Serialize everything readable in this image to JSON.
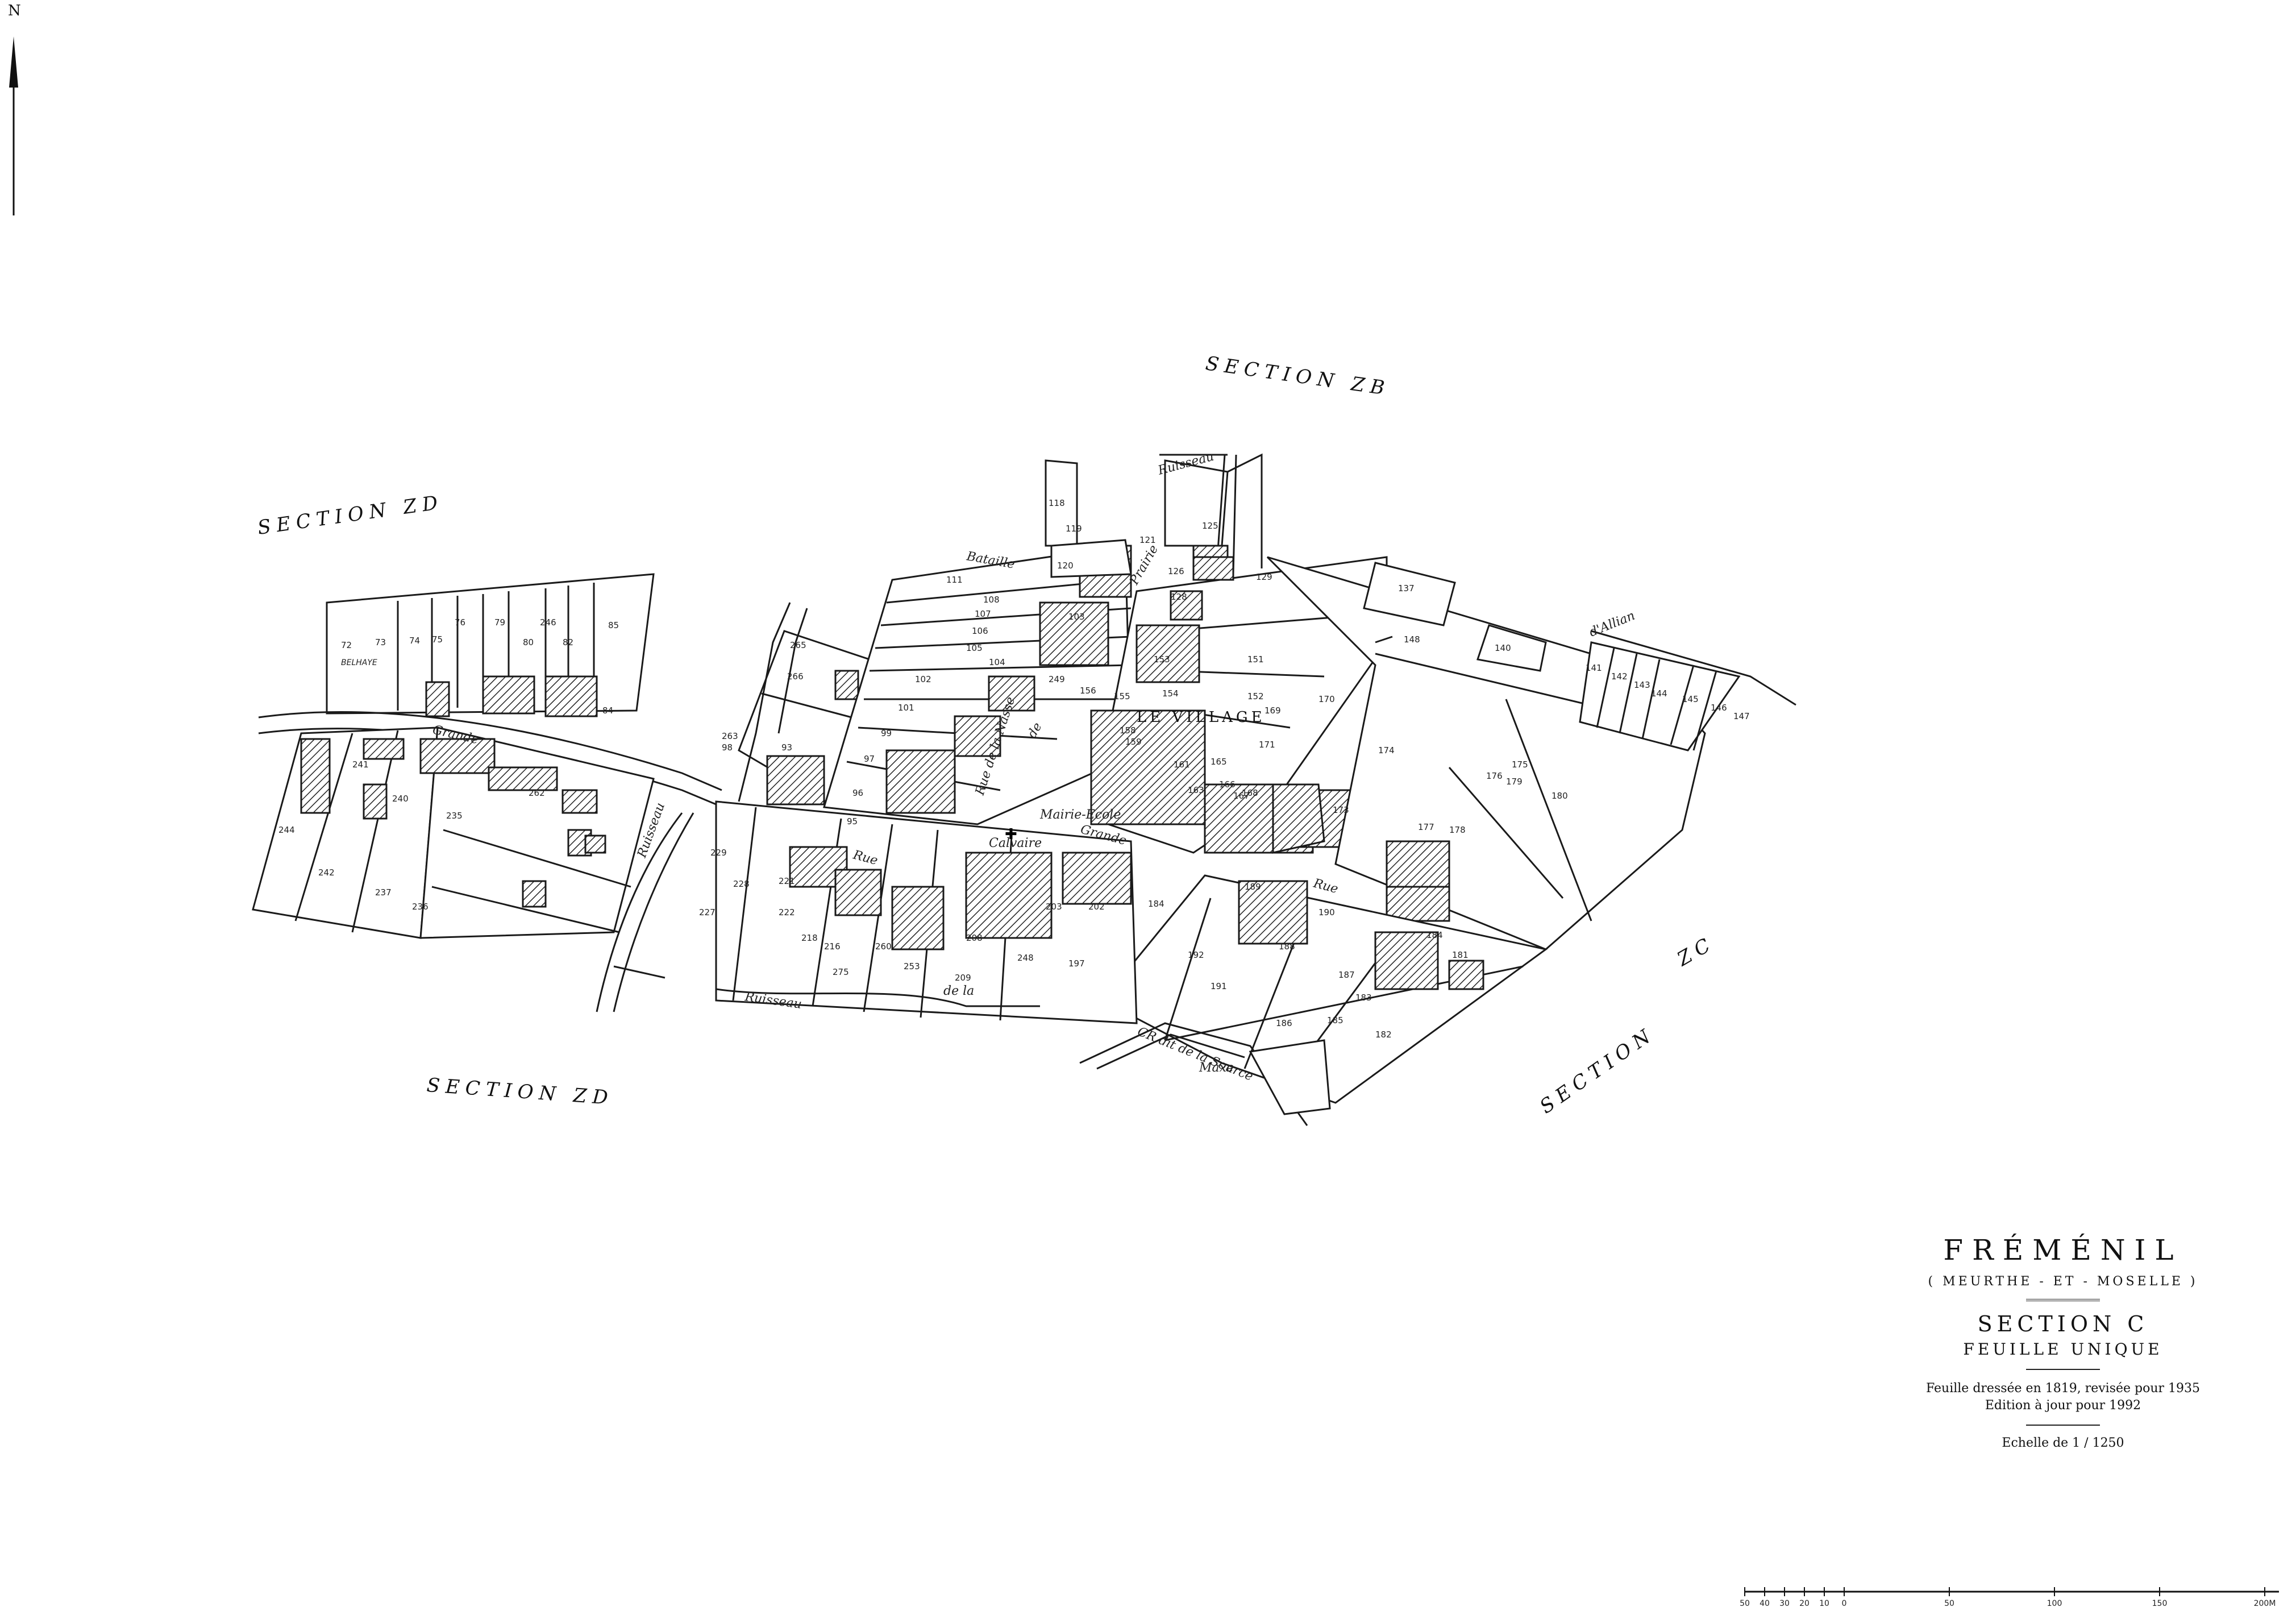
{
  "north_label": "N",
  "sections": {
    "zd_top": "SECTION ZD",
    "zb": "SECTION ZB",
    "zd_bottom": "SECTION ZD",
    "zc_label": "ZC",
    "zc_section": "SECTION"
  },
  "places": {
    "village": "LE VILLAGE",
    "belhaye": "BELHAYE",
    "mairie": "Mairie-Ecole",
    "calvaire": "Calvaire"
  },
  "streets": {
    "grande_rue_w": "Grande",
    "rue_center": "Rue",
    "rue_de_la_nasse": "Rue de la Nasse",
    "grande_center": "Grande",
    "rue_east": "Rue",
    "ruisseau_nw": "Ruisseau",
    "ruisseau_sw": "Ruisseau",
    "ruisseau_s": "Ruisseau",
    "bataille": "Bataille",
    "prairie": "Prairie",
    "allian": "d'Allian",
    "chemin": "CR dit de la Source",
    "masne": "Maxe",
    "de_la": "de la",
    "de": "de"
  },
  "parcels": [
    "72",
    "73",
    "74",
    "75",
    "76",
    "79",
    "80",
    "246",
    "82",
    "85",
    "84",
    "241",
    "240",
    "244",
    "242",
    "237",
    "236",
    "235",
    "262",
    "263",
    "93",
    "97",
    "96",
    "95",
    "266",
    "101",
    "99",
    "102",
    "98",
    "265",
    "227",
    "229",
    "228",
    "221",
    "222",
    "218",
    "216",
    "275",
    "253",
    "260",
    "208",
    "209",
    "248",
    "203",
    "202",
    "184",
    "197",
    "191",
    "192",
    "188",
    "186",
    "185",
    "182",
    "183",
    "187",
    "181",
    "184",
    "189",
    "190",
    "118",
    "119",
    "120",
    "121",
    "125",
    "126",
    "128",
    "129",
    "137",
    "148",
    "140",
    "141",
    "142",
    "143",
    "144",
    "145",
    "146",
    "147",
    "111",
    "108",
    "107",
    "106",
    "105",
    "104",
    "103",
    "249",
    "153",
    "152",
    "151",
    "154",
    "155",
    "156",
    "158",
    "159",
    "161",
    "163",
    "165",
    "166",
    "167",
    "168",
    "169",
    "170",
    "171",
    "173",
    "174",
    "175",
    "176",
    "177",
    "178",
    "179",
    "180"
  ],
  "title": {
    "commune": "FRÉMÉNIL",
    "department": "( MEURTHE - ET - MOSELLE )",
    "section": "SECTION C",
    "sheet": "FEUILLE UNIQUE",
    "note_1": "Feuille dressée en 1819, revisée pour 1935",
    "note_2": "Edition à jour pour 1992",
    "scale": "Echelle de 1 / 1250"
  },
  "scale_ticks": [
    "50",
    "40",
    "30",
    "20",
    "10",
    "0",
    "50",
    "100",
    "150",
    "200M"
  ]
}
